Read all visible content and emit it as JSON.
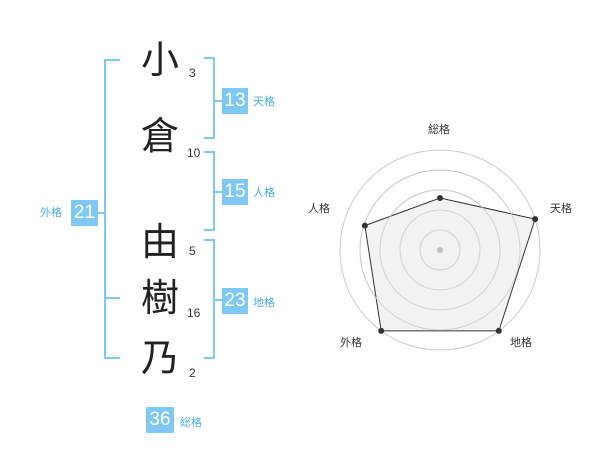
{
  "name": {
    "characters": [
      {
        "char": "小",
        "strokes": "3"
      },
      {
        "char": "倉",
        "strokes": "10"
      },
      {
        "char": "由",
        "strokes": "5"
      },
      {
        "char": "樹",
        "strokes": "16"
      },
      {
        "char": "乃",
        "strokes": "2"
      }
    ]
  },
  "fortunes": {
    "tenkaku": {
      "value": "13",
      "label": "天格"
    },
    "jinkaku": {
      "value": "15",
      "label": "人格"
    },
    "chikaku": {
      "value": "23",
      "label": "地格"
    },
    "gaikaku": {
      "value": "21",
      "label": "外格"
    },
    "soukaku": {
      "value": "36",
      "label": "総格"
    }
  },
  "radar": {
    "axes": [
      "総格",
      "天格",
      "地格",
      "外格",
      "人格"
    ],
    "levels": 5,
    "values": [
      0.52,
      1.0,
      1.0,
      1.0,
      0.79
    ],
    "colors": {
      "grid": "#cccccc",
      "fill": "#eeeeee",
      "line": "#333333",
      "point": "#333333",
      "center": "#bbbbbb"
    }
  },
  "colors": {
    "accent": "#7fc8f4",
    "bracket": "#7fc8f4"
  }
}
